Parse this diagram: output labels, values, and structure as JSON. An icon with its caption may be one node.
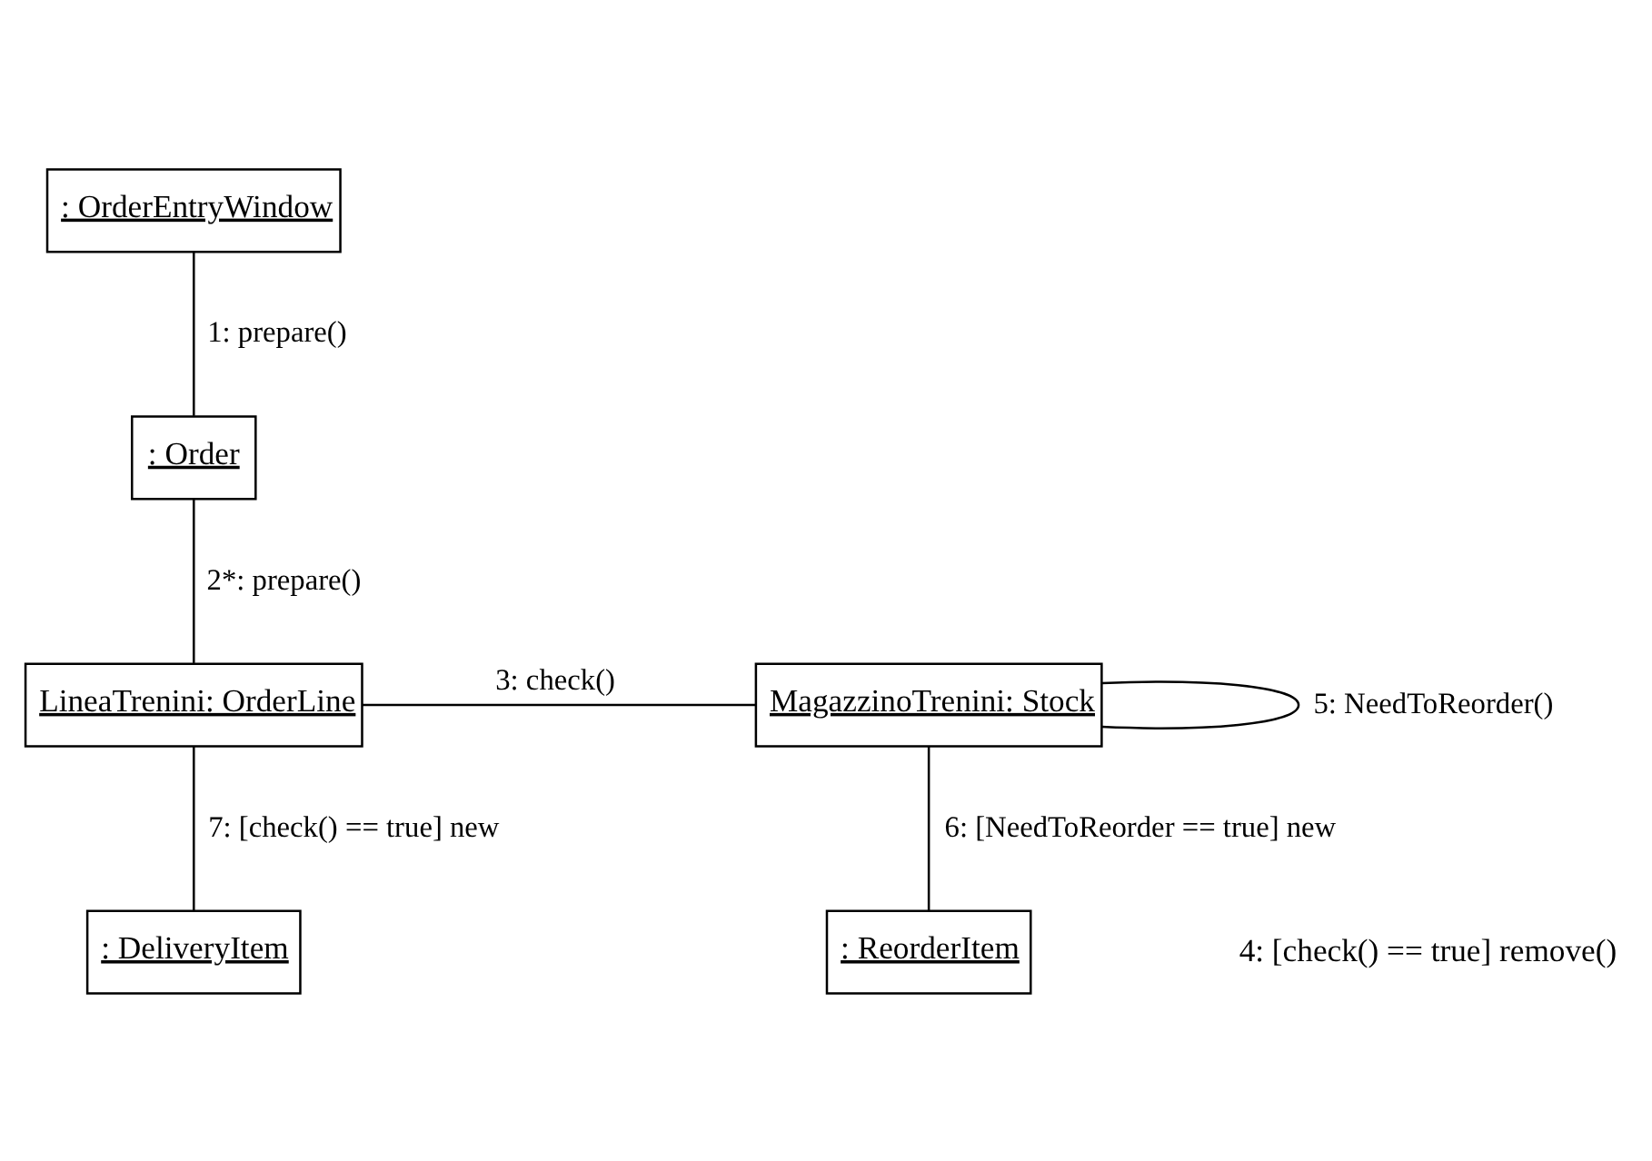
{
  "diagram": {
    "nodes": [
      {
        "text": [
          ": OrderEntryWindow"
        ]
      },
      {
        "text": [
          ": Order"
        ]
      },
      {
        "text": [
          "LineaTrenini: OrderLine"
        ]
      },
      {
        "text": [
          "MagazzinoTrenini: Stock"
        ]
      },
      {
        "text": [
          ": DeliveryItem"
        ]
      },
      {
        "text": [
          ": ReorderItem"
        ]
      }
    ],
    "edges": [
      {
        "from": 0,
        "to": 1,
        "arrow": "none",
        "label": "1: prepare()"
      },
      {
        "from": 1,
        "to": 2,
        "arrow": "none",
        "label": "2*: prepare()"
      },
      {
        "from": 2,
        "to": 3,
        "arrow": "none",
        "label": "3: check()"
      },
      {
        "from": 3,
        "to": 3,
        "arrow": "none",
        "label": "5: NeedToReorder()"
      },
      {
        "from": 3,
        "to": 5,
        "arrow": "none",
        "label": "6: [NeedToReorder == true] new"
      },
      {
        "from": 2,
        "to": 4,
        "arrow": "none",
        "label": "7: [check() == true] new"
      }
    ],
    "labels": [
      "4: [check() == true] remove()"
    ]
  }
}
